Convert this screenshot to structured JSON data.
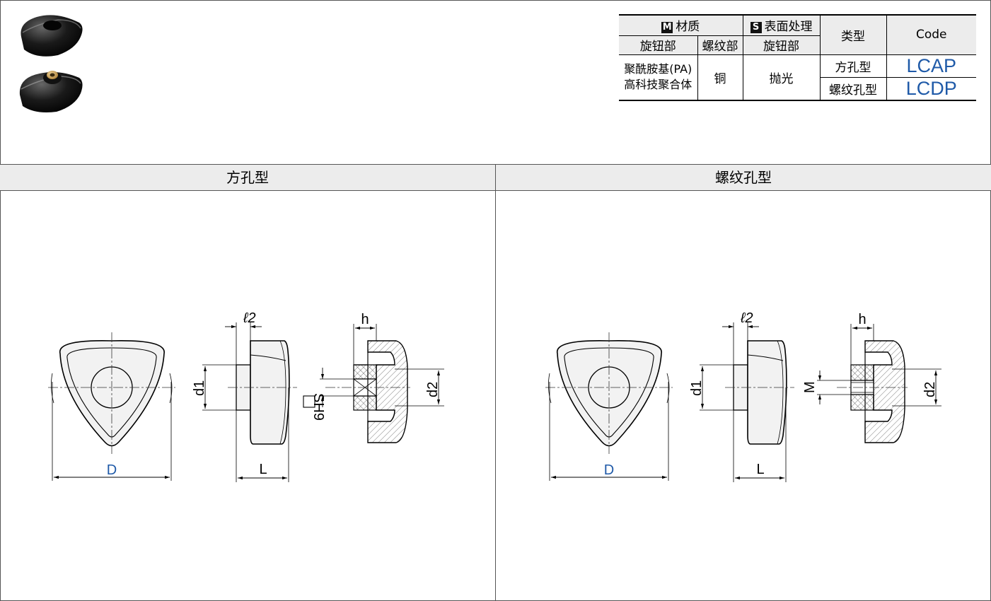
{
  "spec_table": {
    "material_label": "材质",
    "material_badge": "M",
    "surface_label": "表面处理",
    "surface_badge": "S",
    "type_header": "类型",
    "code_header": "Code",
    "sub_headers": [
      "旋钮部",
      "螺纹部",
      "旋钮部"
    ],
    "knob_material": [
      "聚酰胺基(PA)",
      "高科技聚合体"
    ],
    "thread_material": "铜",
    "surface_treatment": "抛光",
    "types": [
      {
        "name": "方孔型",
        "code": "LCAP"
      },
      {
        "name": "螺纹孔型",
        "code": "LCDP"
      }
    ]
  },
  "sections": [
    {
      "title": "方孔型",
      "dims": {
        "D": "D",
        "L": "L",
        "l2": "ℓ2",
        "d1": "d1",
        "d2": "d2",
        "h": "h",
        "hole": "SH9"
      }
    },
    {
      "title": "螺纹孔型",
      "dims": {
        "D": "D",
        "L": "L",
        "l2": "ℓ2",
        "d1": "d1",
        "d2": "d2",
        "h": "h",
        "hole": "M"
      }
    }
  ],
  "colors": {
    "accent": "#1f5aa8",
    "header_bg": "#ececec"
  }
}
